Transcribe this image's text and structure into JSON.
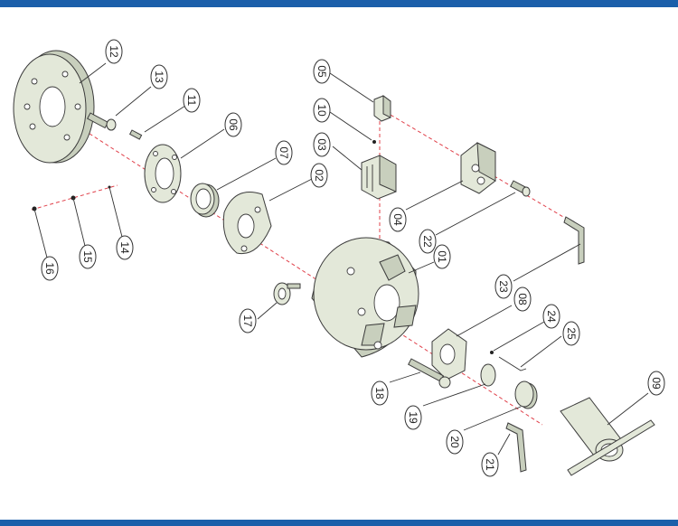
{
  "callouts": [
    {
      "label": "12"
    },
    {
      "label": "13"
    },
    {
      "label": "11"
    },
    {
      "label": "06"
    },
    {
      "label": "07"
    },
    {
      "label": "02"
    },
    {
      "label": "05"
    },
    {
      "label": "10"
    },
    {
      "label": "03"
    },
    {
      "label": "04"
    },
    {
      "label": "22"
    },
    {
      "label": "01"
    },
    {
      "label": "23"
    },
    {
      "label": "16"
    },
    {
      "label": "15"
    },
    {
      "label": "14"
    },
    {
      "label": "17"
    },
    {
      "label": "08"
    },
    {
      "label": "24"
    },
    {
      "label": "25"
    },
    {
      "label": "18"
    },
    {
      "label": "19"
    },
    {
      "label": "20"
    },
    {
      "label": "21"
    },
    {
      "label": "09"
    }
  ],
  "colors": {
    "band": "#1b5faa",
    "axis": "#e0404a",
    "part_fill": "#e3e8d9"
  }
}
